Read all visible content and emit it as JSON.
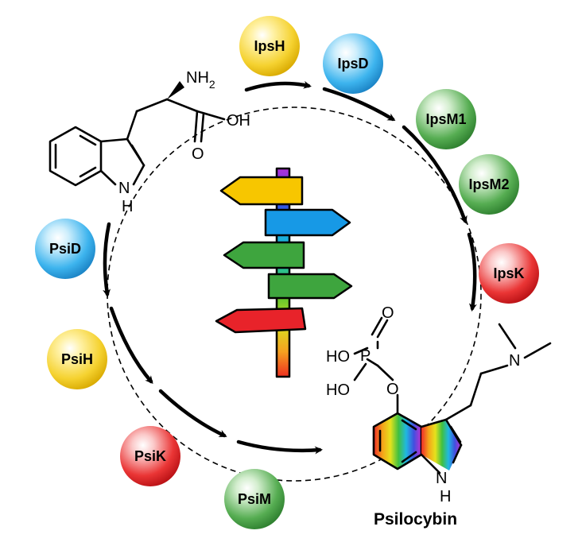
{
  "enzymes_upper": [
    {
      "label": "IpsH",
      "color": "#f2cf1f"
    },
    {
      "label": "IpsD",
      "color": "#27a8e7"
    },
    {
      "label": "IpsM1",
      "color": "#4aa54a"
    },
    {
      "label": "IpsM2",
      "color": "#4aa54a"
    },
    {
      "label": "IpsK",
      "color": "#e8232a"
    }
  ],
  "enzymes_lower": [
    {
      "label": "PsiD",
      "color": "#27a8e7"
    },
    {
      "label": "PsiH",
      "color": "#f2cf1f"
    },
    {
      "label": "PsiK",
      "color": "#e8232a"
    },
    {
      "label": "PsiM",
      "color": "#4aa54a"
    }
  ],
  "tryptophan": {
    "amine": "NH",
    "amine_sub": "2",
    "acid": "OH",
    "carbonyl": "O",
    "ring_n": "N",
    "ring_h": "H"
  },
  "psilocybin": {
    "name": "Psilocybin",
    "ho_top": "HO",
    "ho_bottom": "HO",
    "phosphorus": "P",
    "o_top": "O",
    "o_link": "O",
    "amine_n": "N",
    "ring_n": "N",
    "ring_h": "H"
  },
  "signpost_colors": [
    "#f7c600",
    "#1799e6",
    "#3ea53e",
    "#3ea53e",
    "#e8232a"
  ]
}
